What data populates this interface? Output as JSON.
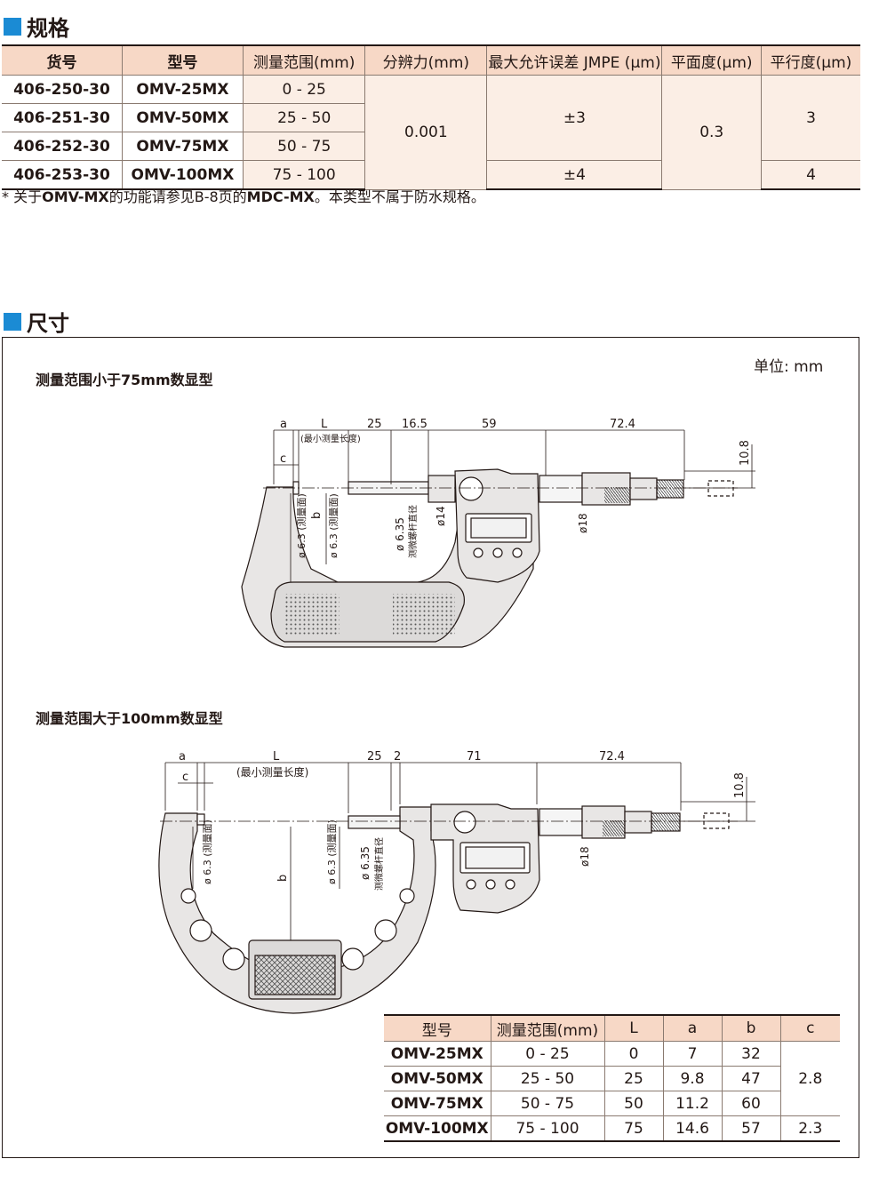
{
  "spec": {
    "title": "规格",
    "headers": [
      "货号",
      "型号",
      "测量范围(mm)",
      "分辨力(mm)",
      "最大允许误差 JMPE (μm)",
      "平面度(μm)",
      "平行度(μm)"
    ],
    "rows": [
      {
        "code": "406-250-30",
        "model": "OMV-25MX",
        "range": "0 - 25"
      },
      {
        "code": "406-251-30",
        "model": "OMV-50MX",
        "range": "25 - 50"
      },
      {
        "code": "406-252-30",
        "model": "OMV-75MX",
        "range": "50 - 75"
      },
      {
        "code": "406-253-30",
        "model": "OMV-100MX",
        "range": "75 - 100"
      }
    ],
    "resolution": "0.001",
    "error_a": "±3",
    "error_b": "±4",
    "flatness": "0.3",
    "parallel_a": "3",
    "parallel_b": "4",
    "note": {
      "prefix": "* 关于",
      "bold1": "OMV-MX",
      "mid": "的功能请参见B-8页的",
      "bold2": "MDC-MX",
      "suffix": "。本类型不属于防水规格。"
    }
  },
  "dims": {
    "title": "尺寸",
    "unit": "单位: mm",
    "diagram1": {
      "title": "测量范围小于75mm数显型",
      "labels": {
        "a": "a",
        "L": "L",
        "c": "c",
        "b": "b",
        "d25": "25",
        "d165": "16.5",
        "d59": "59",
        "d724": "72.4",
        "d108": "10.8",
        "min_len": "(最小测量长度)",
        "face1": "ø 6.3 (测量面)",
        "face2": "ø 6.3 (测量面)",
        "spindle": "ø 6.35",
        "spindle_note": "测微螺杆直径",
        "d14": "ø14",
        "d18": "ø18"
      }
    },
    "diagram2": {
      "title": "测量范围大于100mm数显型",
      "labels": {
        "a": "a",
        "L": "L",
        "c": "c",
        "b": "b",
        "d25": "25",
        "d2": "2",
        "d71": "71",
        "d724": "72.4",
        "d108": "10.8",
        "min_len": "(最小测量长度)",
        "face1": "ø 6.3 (测量面)",
        "face2": "ø 6.3 (测量面)",
        "spindle": "ø 6.35",
        "spindle_note": "测微螺杆直径",
        "d18": "ø18"
      }
    },
    "table": {
      "headers": [
        "型号",
        "测量范围(mm)",
        "L",
        "a",
        "b",
        "c"
      ],
      "rows": [
        {
          "model": "OMV-25MX",
          "range": "0 - 25",
          "L": "0",
          "a": "7",
          "b": "32"
        },
        {
          "model": "OMV-50MX",
          "range": "25 - 50",
          "L": "25",
          "a": "9.8",
          "b": "47"
        },
        {
          "model": "OMV-75MX",
          "range": "50 - 75",
          "L": "50",
          "a": "11.2",
          "b": "60"
        },
        {
          "model": "OMV-100MX",
          "range": "75 - 100",
          "L": "75",
          "a": "14.6",
          "b": "57"
        }
      ],
      "c_a": "2.8",
      "c_b": "2.3"
    }
  },
  "colors": {
    "accent": "#1b8bd4",
    "header_bg": "#f7d8c6",
    "cell_bg": "#fbeee5",
    "body_gray": "#e8e6e5"
  }
}
